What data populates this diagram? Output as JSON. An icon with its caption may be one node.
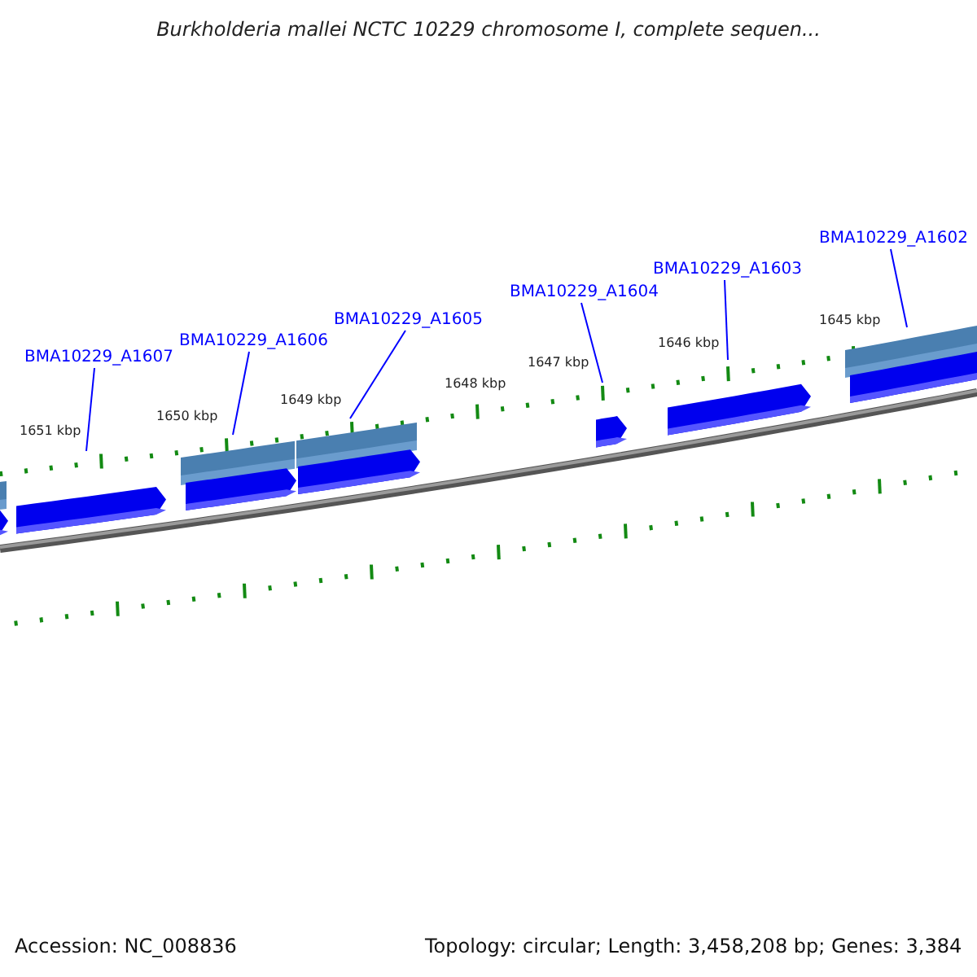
{
  "diagram": {
    "title": "Burkholderia mallei NCTC 10229 chromosome I, complete sequen...",
    "nodes": [
      {
        "text": [
          "BMA10229_A1607"
        ]
      },
      {
        "text": [
          "BMA10229_A1606"
        ]
      },
      {
        "text": [
          "BMA10229_A1605"
        ]
      },
      {
        "text": [
          "BMA10229_A1604"
        ]
      },
      {
        "text": [
          "BMA10229_A1603"
        ]
      },
      {
        "text": [
          "BMA10229_A1602"
        ]
      }
    ],
    "edges": [
      {
        "from": 0,
        "to": null,
        "arrow": "none"
      },
      {
        "from": 1,
        "to": null,
        "arrow": "none"
      },
      {
        "from": 2,
        "to": null,
        "arrow": "none"
      },
      {
        "from": 3,
        "to": null,
        "arrow": "none"
      },
      {
        "from": 4,
        "to": null,
        "arrow": "none"
      },
      {
        "from": 5,
        "to": null,
        "arrow": "none"
      }
    ],
    "labels": [
      "1651 kbp",
      "1650 kbp",
      "1649 kbp",
      "1648 kbp",
      "1647 kbp",
      "1646 kbp",
      "1645 kbp",
      "Accession: NC_008836",
      "Topology: circular; Length: 3,458,208 bp; Genes: 3,384"
    ]
  }
}
